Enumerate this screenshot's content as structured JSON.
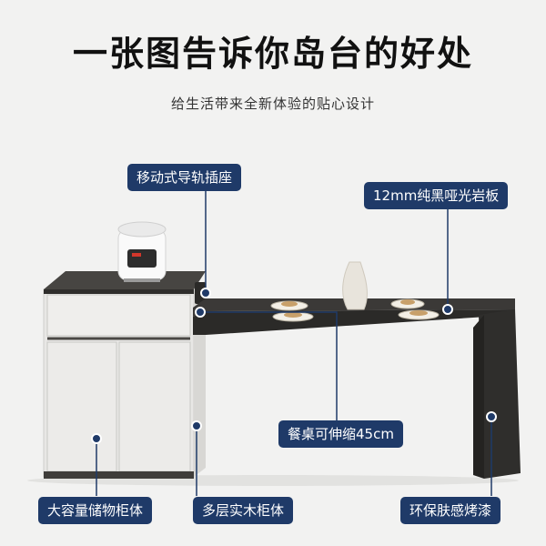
{
  "header": {
    "title": "一张图告诉你岛台的好处",
    "subtitle": "给生活带来全新体验的贴心设计"
  },
  "callouts": {
    "socket": "移动式导轨插座",
    "slate": "12mm纯黑哑光岩板",
    "extend": "餐桌可伸缩45cm",
    "storage": "大容量储物柜体",
    "wood": "多层实木柜体",
    "paint": "环保肤感烤漆"
  },
  "colors": {
    "label_bg": "#1f3a68",
    "countertop": "#3d3b39",
    "cabinet": "#e9e8e6"
  }
}
